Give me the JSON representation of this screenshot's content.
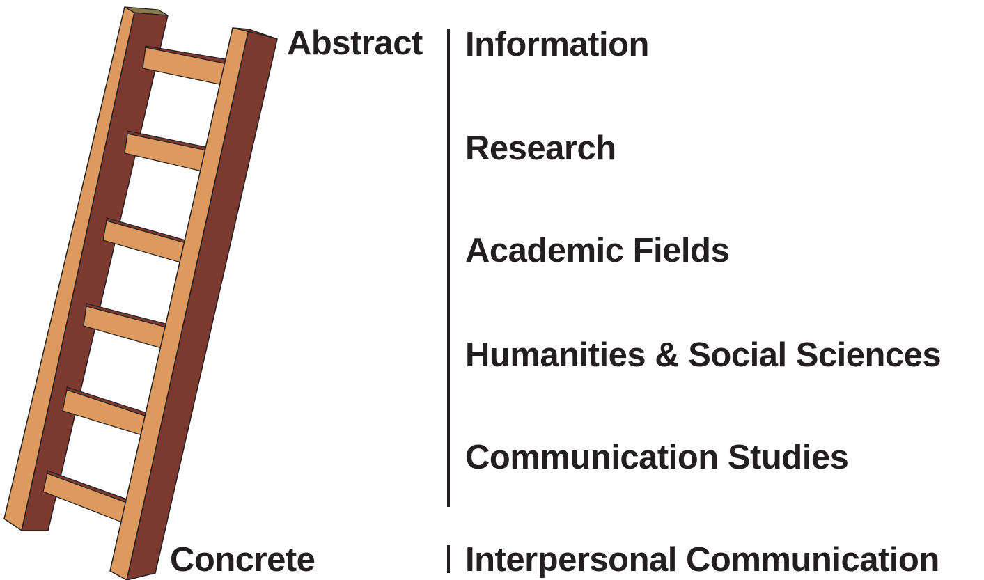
{
  "ends": {
    "top": "Abstract",
    "bottom": "Concrete"
  },
  "levels": [
    "Information",
    "Research",
    "Academic Fields",
    "Humanities & Social Sciences",
    "Communication Studies",
    "Interpersonal Communication"
  ],
  "colors": {
    "rail_front": "#dc9a5f",
    "rail_side": "#7b3930",
    "rung_top": "#dc9a5f",
    "rung_shadow": "#7b3930",
    "text": "#231f20",
    "divider": "#231f20"
  },
  "icons": [
    "ladder-icon"
  ]
}
